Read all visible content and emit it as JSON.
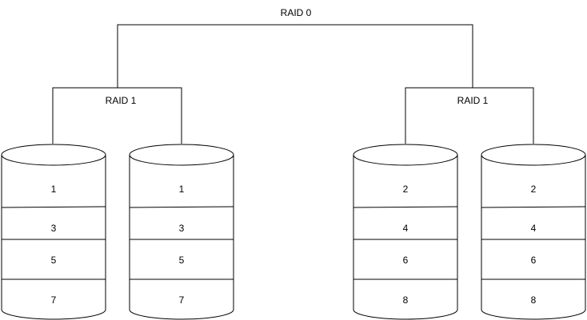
{
  "diagram": {
    "top_label": "RAID 0",
    "left_group": {
      "label": "RAID 1",
      "disks": [
        {
          "blocks": [
            "1",
            "3",
            "5",
            "7"
          ]
        },
        {
          "blocks": [
            "1",
            "3",
            "5",
            "7"
          ]
        }
      ]
    },
    "right_group": {
      "label": "RAID 1",
      "disks": [
        {
          "blocks": [
            "2",
            "4",
            "6",
            "8"
          ]
        },
        {
          "blocks": [
            "2",
            "4",
            "6",
            "8"
          ]
        }
      ]
    }
  },
  "colors": {
    "stroke": "#000000",
    "fill": "#ffffff"
  }
}
